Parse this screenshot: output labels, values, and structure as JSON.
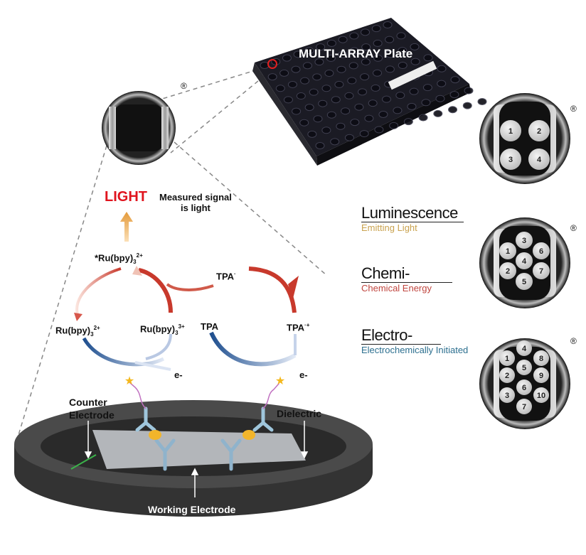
{
  "plate": {
    "label": "MULTI-ARRAY Plate"
  },
  "signal": {
    "light_label": "LIGHT",
    "measured_line1": "Measured signal",
    "measured_line2": "is light"
  },
  "reaction": {
    "excited_ru": {
      "base": "*Ru(bpy)",
      "sub": "3",
      "sup": "2+"
    },
    "ru2": {
      "base": "Ru(bpy)",
      "sub": "3",
      "sup": "2+"
    },
    "ru3": {
      "base": "Ru(bpy)",
      "sub": "3",
      "sup": "3+"
    },
    "tpa_radical": {
      "base": "TPA",
      "sup": "·"
    },
    "tpa": "TPA",
    "tpa_cation": {
      "base": "TPA",
      "sup": "·+"
    },
    "electron_left": "e-",
    "electron_right": "e-"
  },
  "electrode": {
    "counter_line1": "Counter",
    "counter_line2": "Electrode",
    "dielectric": "Dielectric",
    "working": "Working Electrode"
  },
  "ecl": {
    "luminescence": {
      "title": "Luminescence",
      "subtitle": "Emitting Light",
      "color": "#c9a24e"
    },
    "chemi": {
      "title": "Chemi-",
      "subtitle": "Chemical Energy",
      "color": "#c0463f"
    },
    "electro": {
      "title": "Electro-",
      "subtitle": "Electrochemically Initiated",
      "color": "#2c6f8f"
    }
  },
  "registered_mark": "®",
  "spot_wells": {
    "four_spot": [
      "1",
      "2",
      "3",
      "4"
    ],
    "seven_spot": [
      "1",
      "2",
      "3",
      "4",
      "5",
      "6",
      "7"
    ],
    "ten_spot": [
      "1",
      "2",
      "3",
      "4",
      "5",
      "6",
      "7",
      "8",
      "9",
      "10"
    ]
  }
}
